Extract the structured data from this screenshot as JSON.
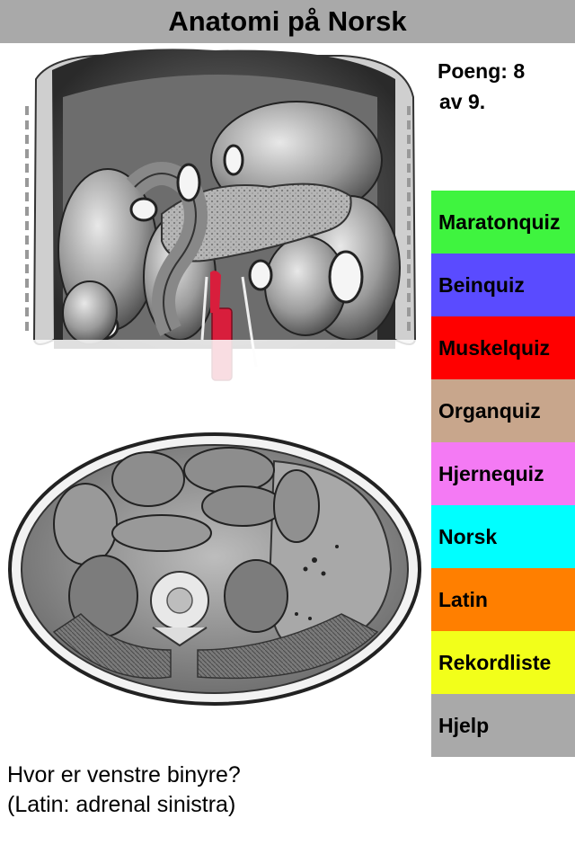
{
  "header": {
    "title": "Anatomi på Norsk"
  },
  "score": {
    "line1": "Poeng: 8",
    "line2": "av 9."
  },
  "menu": {
    "items": [
      {
        "label": "Maratonquiz",
        "color": "#3ff43f"
      },
      {
        "label": "Beinquiz",
        "color": "#5a4bff"
      },
      {
        "label": "Muskelquiz",
        "color": "#ff0000"
      },
      {
        "label": "Organquiz",
        "color": "#c8a68c"
      },
      {
        "label": "Hjernequiz",
        "color": "#f47af4"
      },
      {
        "label": "Norsk",
        "color": "#00ffff"
      },
      {
        "label": "Latin",
        "color": "#ff7f00"
      },
      {
        "label": "Rekordliste",
        "color": "#f2ff1a"
      },
      {
        "label": "Hjelp",
        "color": "#a9a9a9"
      }
    ]
  },
  "question": {
    "line1": "Hvor er venstre binyre?",
    "line2": "(Latin: adrenal sinistra)"
  },
  "colors": {
    "title_bar": "#a9a9a9",
    "artery": "#d81e3c"
  }
}
